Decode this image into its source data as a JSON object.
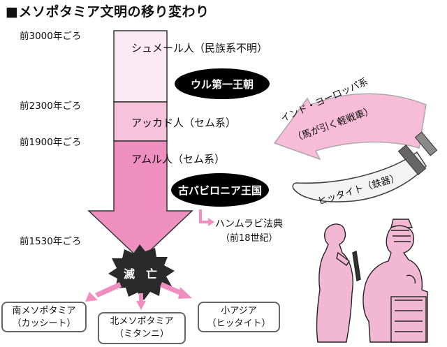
{
  "title": "■メソポタミア文明の移り変わり",
  "eras": {
    "e3000": "前3000年ごろ",
    "e2300": "前2300年ごろ",
    "e1900": "前1900年ごろ",
    "e1530": "前1530年ごろ"
  },
  "peoples": {
    "sumer": "シュメール人（民族系不明）",
    "akkad": "アッカド人（セム系）",
    "amor": "アムル人（セム系）"
  },
  "dynasties": {
    "ur": "ウル第一王朝",
    "babylon": "古バビロニア王国"
  },
  "law": {
    "line1": "ハンムラビ法典",
    "line2": "（前18世紀）"
  },
  "indo_european": {
    "line1": "インド・ヨーロッパ系",
    "line2": "（馬が引く軽戦車）"
  },
  "hittite_sword": "ヒッタイト（鉄器）",
  "fall": "滅　亡",
  "successors": [
    {
      "line1": "南メソポタミア",
      "line2": "（カッシート）"
    },
    {
      "line1": "北メソポタミア",
      "line2": "（ミタンニ）"
    },
    {
      "line1": "小アジア",
      "line2": "（ヒッタイト）"
    }
  ],
  "colors": {
    "sumer": "#fbeaf3",
    "akkad": "#f6c2dc",
    "amor": "#ee8fc0",
    "arrow_stroke": "#333333",
    "burst": "#2a2a2a",
    "pink_arrow": "#f0a6c9",
    "oval": "#000000"
  }
}
